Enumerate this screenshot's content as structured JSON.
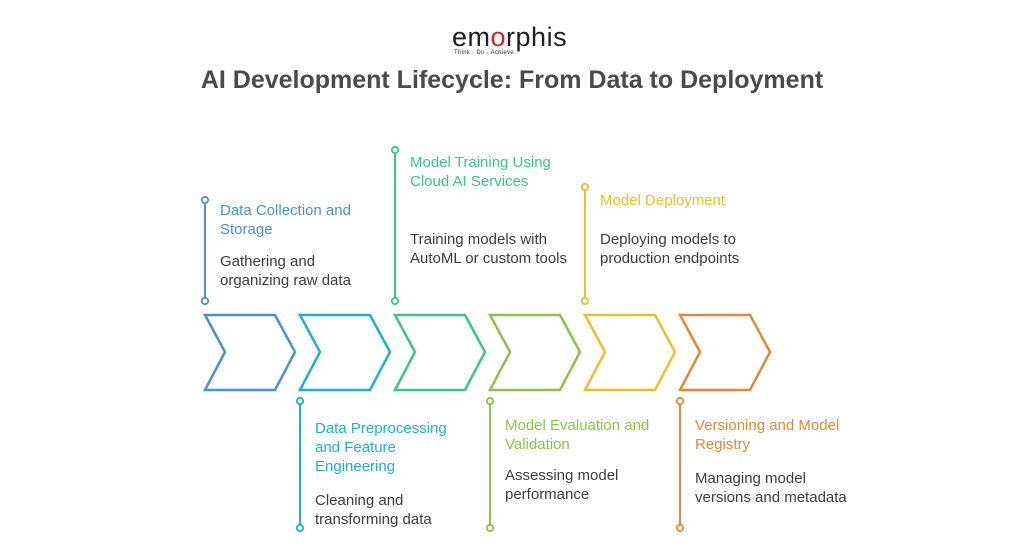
{
  "logo": {
    "text_pre": "em",
    "text_o": "o",
    "text_post": "rphis",
    "tagline": "Think · Do · Achieve"
  },
  "title": "AI Development Lifecycle: From Data to Deployment",
  "colors": {
    "title": "#4a4a4a",
    "description": "#3d3d3d",
    "logo_accent": "#d2232a"
  },
  "steps": [
    {
      "title": "Data Collection and Storage",
      "description": "Gathering and organizing raw data",
      "color": "#4a90d9",
      "position": "top"
    },
    {
      "title": "Data Preprocessing and Feature Engineering",
      "description": "Cleaning and transforming data",
      "color": "#1fb0cf",
      "position": "bottom"
    },
    {
      "title": "Model Training Using Cloud AI Services",
      "description": "Training models with AutoML or custom tools",
      "color": "#3cc48a",
      "position": "top"
    },
    {
      "title": "Model Evaluation and Validation",
      "description": "Assessing model performance",
      "color": "#8bc34a",
      "position": "bottom"
    },
    {
      "title": "Model Deployment",
      "description": "Deploying models to production endpoints",
      "color": "#e6c12e",
      "position": "top"
    },
    {
      "title": "Versioning and Model Registry",
      "description": "Managing model versions and metadata",
      "color": "#e0893a",
      "position": "bottom"
    }
  ]
}
